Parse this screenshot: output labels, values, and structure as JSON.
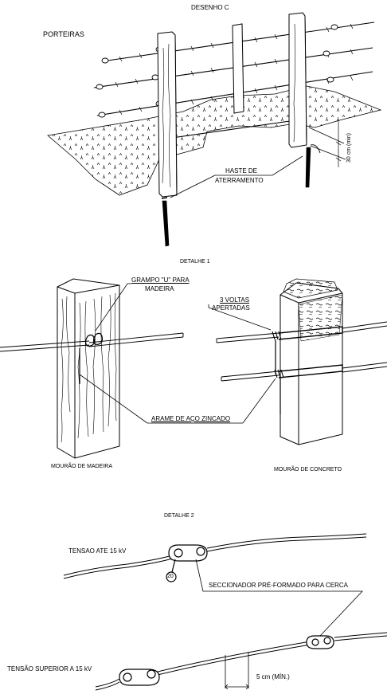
{
  "titles": {
    "main": "DESENHO C",
    "porteiras": "PORTEIRAS",
    "detalhe1": "DETALHE 1",
    "detalhe2": "DETALHE 2"
  },
  "labels": {
    "haste_line1": "HASTE DE",
    "haste_line2": "ATERRAMENTO",
    "min_30": "30 cm (min)",
    "grampo_line1": "GRAMPO \"U\" PARA",
    "grampo_line2": "MADEIRA",
    "voltas_line1": "3 VOLTAS",
    "voltas_line2": "APERTADAS",
    "arame": "ARAME DE AÇO ZINCADO",
    "mourao_madeira": "MOURÃO DE MADEIRA",
    "mourao_concreto": "MOURÃO DE CONCRETO",
    "tensao_15": "TENSAO ATE 15 kV",
    "seccionador": "SECCIONADOR PRÉ-FORMADO PARA CERCA",
    "tensao_sup": "TENSÃO SUPERIOR A 15 kV",
    "min_5": "5 cm (MÍN.)",
    "item_20": "20"
  }
}
